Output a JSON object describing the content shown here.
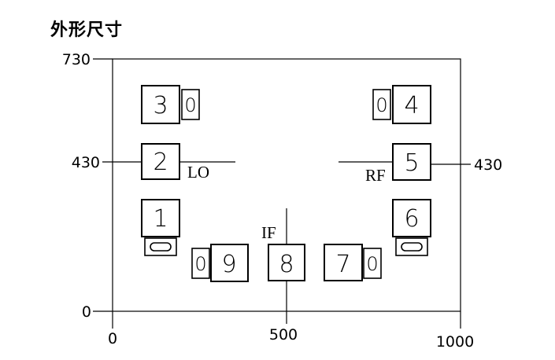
{
  "title": "外形尺寸",
  "axes": {
    "y_top": "730",
    "y_mid": "430",
    "y_bottom": "0",
    "y_right_mid": "430",
    "x_left": "0",
    "x_mid": "500",
    "x_right": "1000"
  },
  "pins": {
    "p1": "1",
    "p2": "2",
    "p3": "3",
    "p4": "4",
    "p5": "5",
    "p6": "6",
    "p7": "7",
    "p8": "8",
    "p9": "9"
  },
  "slots": {
    "zero": "0"
  },
  "ports": {
    "lo": "LO",
    "rf": "RF",
    "if": "IF"
  }
}
